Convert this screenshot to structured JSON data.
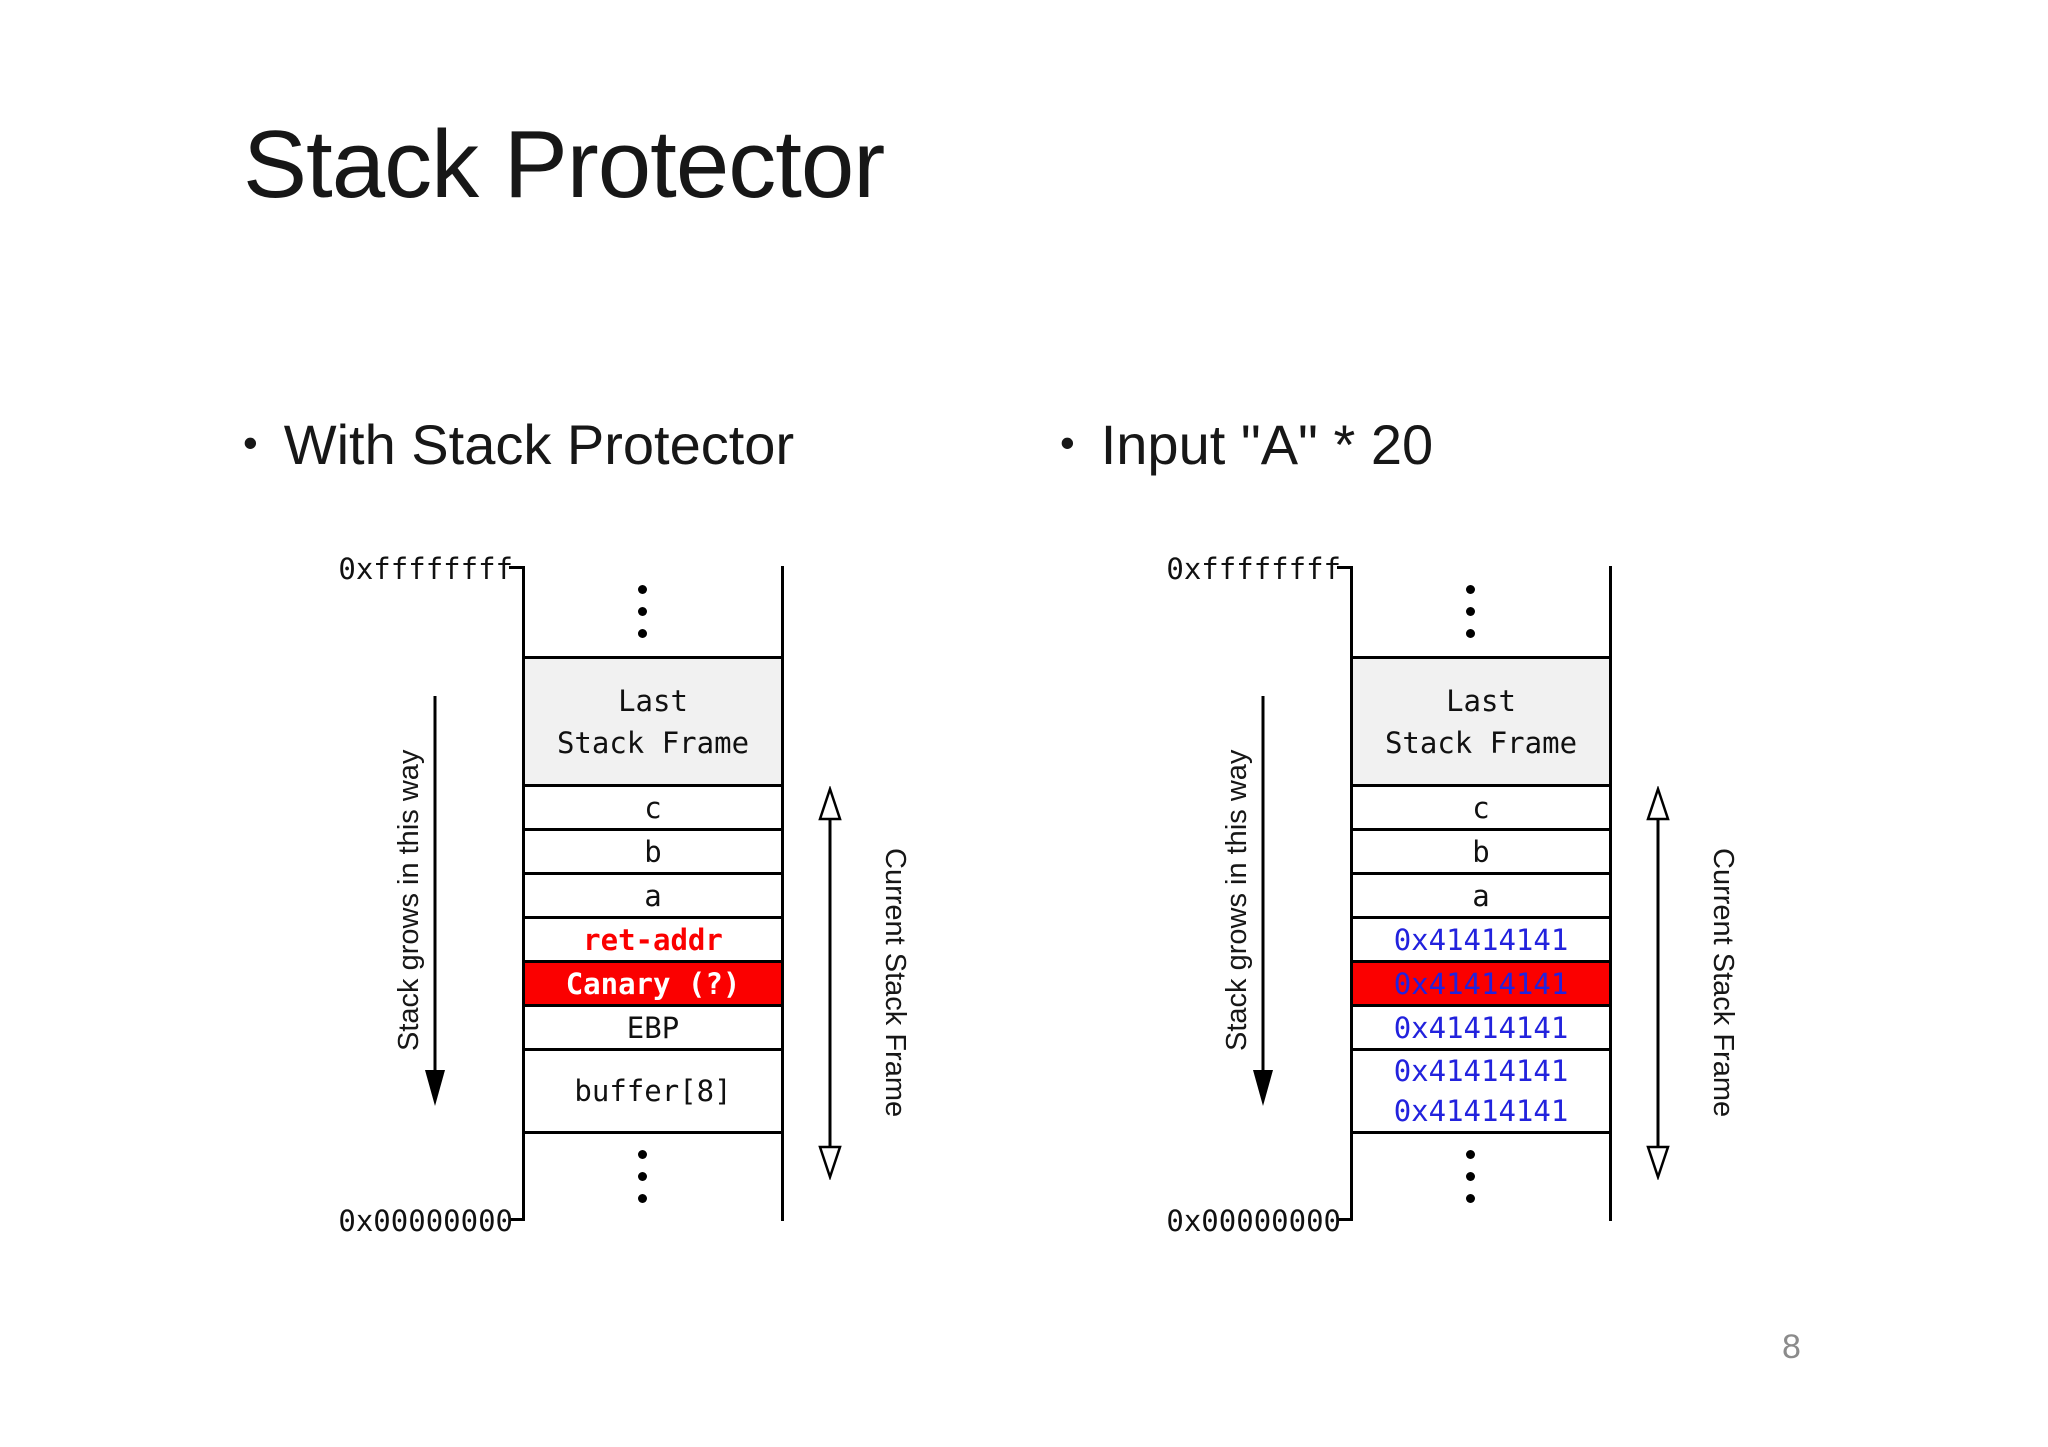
{
  "slide": {
    "title": "Stack Protector",
    "page_number": "8",
    "bullet_glyph": "•",
    "bullets": [
      {
        "label": "With Stack Protector"
      },
      {
        "label": "Input \"A\" * 20"
      }
    ]
  },
  "colors": {
    "highlight_red": "#fb0000",
    "value_blue": "#2222dd",
    "frame_gray": "#f1f1f1",
    "text_black": "#111111",
    "page_number_gray": "#8b8b8b"
  },
  "diagrams": [
    {
      "name": "with-stack-protector",
      "top_address": "0xffffffff",
      "bottom_address": "0x00000000",
      "left_arrow_label": "Stack grows in this way",
      "right_arrow_label": "Current Stack Frame",
      "cells": [
        {
          "name": "last-stack-frame",
          "kind": "frame",
          "lines": [
            "Last",
            "Stack Frame"
          ],
          "bg": "#f1f1f1"
        },
        {
          "name": "var-c",
          "kind": "word",
          "lines": [
            "c"
          ]
        },
        {
          "name": "var-b",
          "kind": "word",
          "lines": [
            "b"
          ]
        },
        {
          "name": "var-a",
          "kind": "word",
          "lines": [
            "a"
          ]
        },
        {
          "name": "ret-addr",
          "kind": "word",
          "lines": [
            "ret-addr"
          ],
          "color": "#fb0000",
          "bold": true
        },
        {
          "name": "canary",
          "kind": "canary",
          "lines": [
            "Canary (?)"
          ],
          "bg": "#fb0000",
          "color": "#ffffff",
          "bold": true
        },
        {
          "name": "ebp",
          "kind": "word",
          "lines": [
            "EBP"
          ]
        },
        {
          "name": "buffer",
          "kind": "buffer",
          "lines": [
            "buffer[8]"
          ]
        }
      ]
    },
    {
      "name": "input-a-times-20",
      "top_address": "0xffffffff",
      "bottom_address": "0x00000000",
      "left_arrow_label": "Stack grows in this way",
      "right_arrow_label": "Current Stack Frame",
      "cells": [
        {
          "name": "last-stack-frame",
          "kind": "frame",
          "lines": [
            "Last",
            "Stack Frame"
          ],
          "bg": "#f1f1f1"
        },
        {
          "name": "var-c",
          "kind": "word",
          "lines": [
            "c"
          ]
        },
        {
          "name": "var-b",
          "kind": "word",
          "lines": [
            "b"
          ]
        },
        {
          "name": "var-a",
          "kind": "word",
          "lines": [
            "a"
          ]
        },
        {
          "name": "ret-addr-overwritten",
          "kind": "word",
          "lines": [
            "0x41414141"
          ],
          "color": "#2222dd"
        },
        {
          "name": "canary-overwritten",
          "kind": "canary",
          "lines": [
            "0x41414141"
          ],
          "bg": "#fb0000",
          "color": "#2222dd"
        },
        {
          "name": "ebp-overwritten",
          "kind": "word",
          "lines": [
            "0x41414141"
          ],
          "color": "#2222dd"
        },
        {
          "name": "buffer-overwritten",
          "kind": "buffer",
          "lines": [
            "0x41414141",
            "0x41414141"
          ],
          "color": "#2222dd"
        }
      ]
    }
  ]
}
